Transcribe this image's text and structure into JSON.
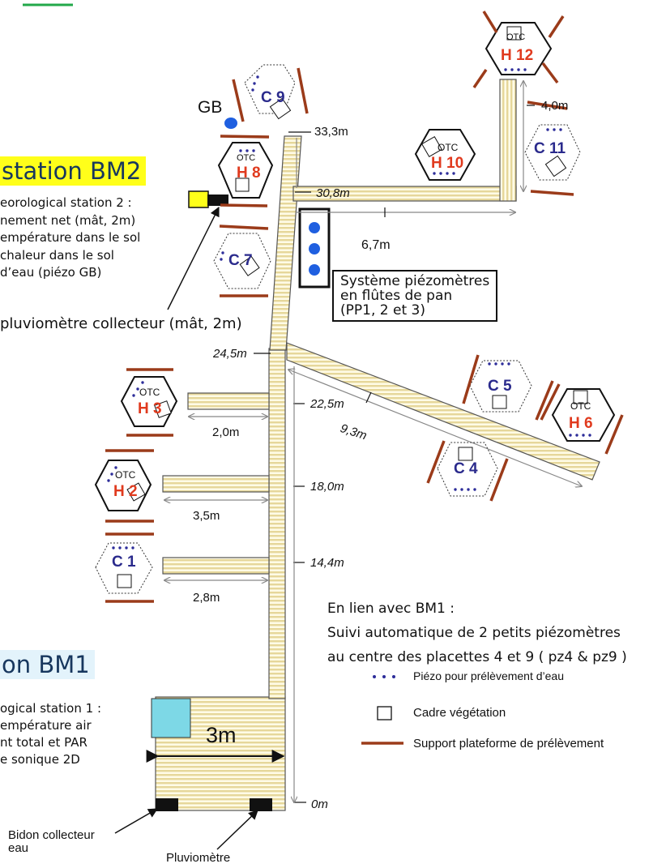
{
  "stations": {
    "bm2": {
      "title": "station BM2",
      "lines": [
        "eorological station 2 :",
        "nement net (mât, 2m)",
        "empérature dans le sol",
        "chaleur dans le sol",
        "d’eau (piézo GB)"
      ],
      "pluviometer": "pluviomètre collecteur (mât, 2m)"
    },
    "bm1": {
      "title": "on BM1",
      "lines": [
        "ogical station 1 :",
        "empérature air",
        "nt total et PAR",
        "e sonique 2D"
      ],
      "bidon": [
        "Bidon collecteur",
        "eau"
      ],
      "pluviometre": "Pluviomètre"
    }
  },
  "gb_label": "GB",
  "piezo_system": [
    "Système piézomètres",
    "en flûtes de pan",
    "(PP1, 2 et 3)"
  ],
  "plots": [
    {
      "id": "c9",
      "label": "C 9",
      "otc": ""
    },
    {
      "id": "h8",
      "label": "H 8",
      "otc": "OTC"
    },
    {
      "id": "c7",
      "label": "C 7",
      "otc": ""
    },
    {
      "id": "h3",
      "label": "H 3",
      "otc": "OTC"
    },
    {
      "id": "h2",
      "label": "H 2",
      "otc": "OTC"
    },
    {
      "id": "c1",
      "label": "C 1",
      "otc": ""
    },
    {
      "id": "h12",
      "label": "H 12",
      "otc": "OTC"
    },
    {
      "id": "h10",
      "label": "H 10",
      "otc": "OTC"
    },
    {
      "id": "c11",
      "label": "C 11",
      "otc": ""
    },
    {
      "id": "c5",
      "label": "C 5",
      "otc": ""
    },
    {
      "id": "h6",
      "label": "H 6",
      "otc": "OTC"
    },
    {
      "id": "c4",
      "label": "C 4",
      "otc": ""
    }
  ],
  "distances": {
    "d333": "33,3m",
    "d308": "30,8m",
    "d245": "24,5m",
    "d225": "22,5m",
    "d180": "18,0m",
    "d144": "14,4m",
    "d0": "0m",
    "d40": "4,0m",
    "d67": "6,7m",
    "d93": "9,3m",
    "d20": "2,0m",
    "d35": "3,5m",
    "d28": "2,8m",
    "d3": "3m"
  },
  "bm1_link": [
    "En lien avec BM1 :",
    "Suivi automatique de 2 petits piézomètres",
    "au centre des placettes 4 et 9 ( pz4 & pz9 )"
  ],
  "legend": [
    {
      "symbol": "dots",
      "label": "Piézo pour prélèvement d’eau"
    },
    {
      "symbol": "square",
      "label": "Cadre végétation"
    },
    {
      "symbol": "bar",
      "label": "Support plateforme de prélèvement"
    }
  ],
  "colors": {
    "walkway_stripe": "#e6d79a",
    "walkway_edge": "#6f6a4a",
    "plot_label_c": "#2a2a8c",
    "plot_label_h": "#e03a1e",
    "piezo_dot": "#2d2d9a",
    "support_bar": "#9b3b1a",
    "gb_blue": "#1f5fe0",
    "banner_yellow": "#ffff1a",
    "station_box": "#7dd8e6"
  }
}
